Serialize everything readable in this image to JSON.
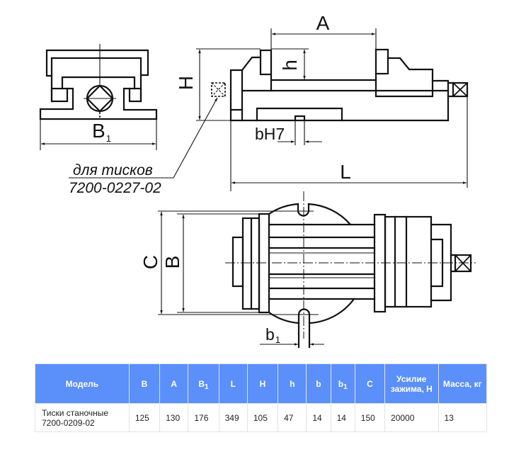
{
  "drawing": {
    "title": "Тиски станочные 7200-0209-02 — чертёж",
    "labels": {
      "A": "A",
      "h": "h",
      "H": "H",
      "B1_main": "B",
      "B1_sub": "1",
      "bH7": "bH7",
      "L": "L",
      "C": "C",
      "B": "B",
      "b1_main": "b",
      "b1_sub": "1"
    },
    "note": {
      "line1": "для тисков",
      "line2": "7200-0227-02"
    },
    "icons": {
      "screw_end_square": "square-with-cross",
      "spindle_symbol": "circle-with-diamond",
      "key_symbol_dashed": "dashed-square-with-cross"
    }
  },
  "table": {
    "headers": [
      {
        "main": "Модель",
        "sub": ""
      },
      {
        "main": "B",
        "sub": ""
      },
      {
        "main": "A",
        "sub": ""
      },
      {
        "main": "B",
        "sub": "1"
      },
      {
        "main": "L",
        "sub": ""
      },
      {
        "main": "H",
        "sub": ""
      },
      {
        "main": "h",
        "sub": ""
      },
      {
        "main": "b",
        "sub": ""
      },
      {
        "main": "b",
        "sub": "1"
      },
      {
        "main": "C",
        "sub": ""
      },
      {
        "main": "Усилие зажима, Н",
        "sub": ""
      },
      {
        "main": "Масса, кг",
        "sub": ""
      }
    ],
    "rows": [
      {
        "model_line1": "Тиски станочные",
        "model_line2": "7200-0209-02",
        "B": "125",
        "A": "130",
        "B1": "176",
        "L": "349",
        "H": "105",
        "h": "47",
        "b": "14",
        "b1": "14",
        "C": "150",
        "clamping_force": "20000",
        "mass": "13"
      }
    ],
    "colors": {
      "header_bg": "#5b8ff9",
      "header_text": "#ffffff",
      "border": "#dfe3ea"
    }
  }
}
